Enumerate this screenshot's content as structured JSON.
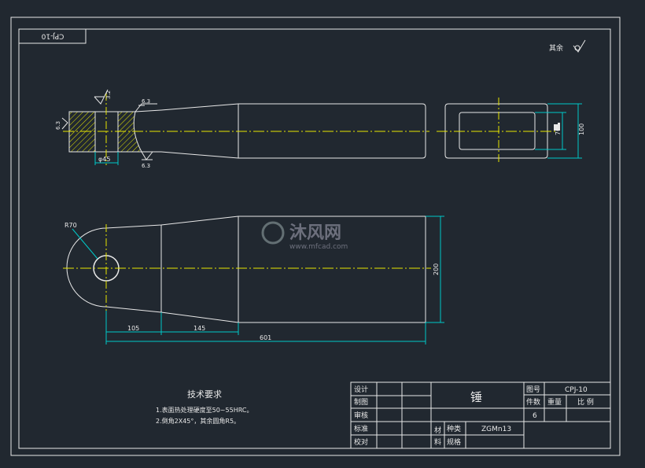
{
  "drawing_no_box": "CPJ-10",
  "surface_finish_note": "其余",
  "roughness": {
    "top": "3.2",
    "side": "6.3",
    "left": "6.3",
    "bottom": "6.3"
  },
  "dims": {
    "bore": "φ45",
    "radius": "R70",
    "width_100": "100",
    "width_70": "70",
    "height_200": "200",
    "len_105": "105",
    "len_145": "145",
    "len_601": "601"
  },
  "tech_req": {
    "title": "技术要求",
    "line1": "1.表面热处理硬度至50~55HRC。",
    "line2": "2.倒角2X45°，其余圆角R5。"
  },
  "watermark": {
    "cn": "沐风网",
    "url": "www.mfcad.com"
  },
  "title_block": {
    "part_name": "锤",
    "design": "设计",
    "drawn": "制图",
    "review": "审核",
    "standard": "标准",
    "check": "校对",
    "drawing_no_label": "图号",
    "drawing_no": "CPJ-10",
    "qty_label": "件数",
    "weight_label": "重量",
    "scale_label": "比 例",
    "qty": "6",
    "material_label_1": "材",
    "material_label_2": "料",
    "type_label": "种类",
    "spec_label": "规格",
    "material": "ZGMn13"
  },
  "colors": {
    "background": "#212830",
    "line": "#e8e8e8",
    "center": "#e6e600",
    "dimension": "#00c8c8",
    "hatch": "#e6e600"
  }
}
